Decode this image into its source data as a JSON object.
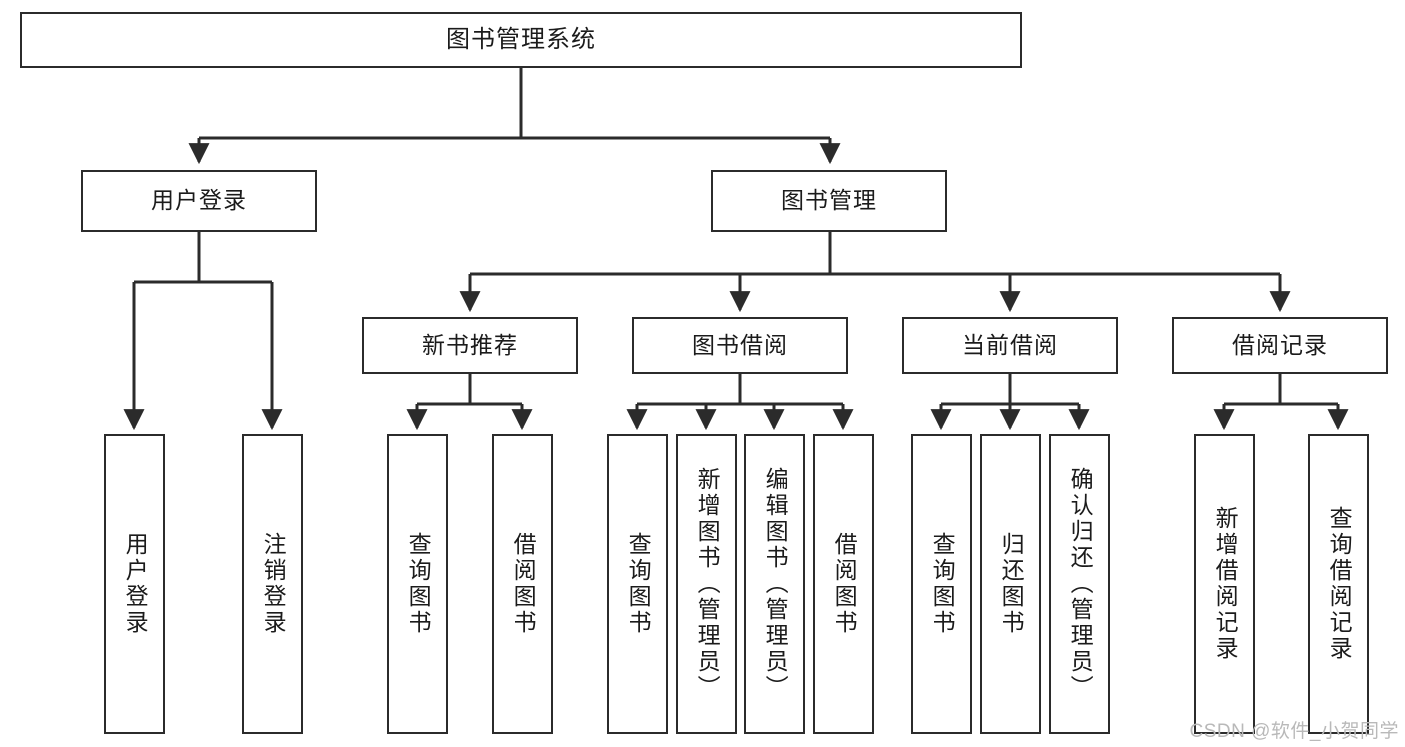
{
  "diagram": {
    "title": "图书管理系统",
    "type": "hierarchy-tree",
    "levels": 4,
    "root": {
      "label": "图书管理系统"
    },
    "level2": [
      {
        "label": "用户登录"
      },
      {
        "label": "图书管理"
      }
    ],
    "level3": [
      {
        "label": "新书推荐"
      },
      {
        "label": "图书借阅"
      },
      {
        "label": "当前借阅"
      },
      {
        "label": "借阅记录"
      }
    ],
    "leaves": {
      "user_login": [
        {
          "label": "用户登录"
        },
        {
          "label": "注销登录"
        }
      ],
      "new_book_recommend": [
        {
          "label": "查询图书"
        },
        {
          "label": "借阅图书"
        }
      ],
      "book_borrow": [
        {
          "label": "查询图书"
        },
        {
          "label": "新增图书（管理员）"
        },
        {
          "label": "编辑图书（管理员）"
        },
        {
          "label": "借阅图书"
        }
      ],
      "current_borrow": [
        {
          "label": "查询图书"
        },
        {
          "label": "归还图书"
        },
        {
          "label": "确认归还（管理员）"
        }
      ],
      "borrow_record": [
        {
          "label": "新增借阅记录"
        },
        {
          "label": "查询借阅记录"
        }
      ]
    }
  },
  "watermark": {
    "text": "CSDN @软件_小贺同学"
  },
  "colors": {
    "stroke": "#2b2b2b",
    "fill": "#ffffff",
    "text": "#1b1b1b",
    "watermark": "#b9b9b9"
  }
}
